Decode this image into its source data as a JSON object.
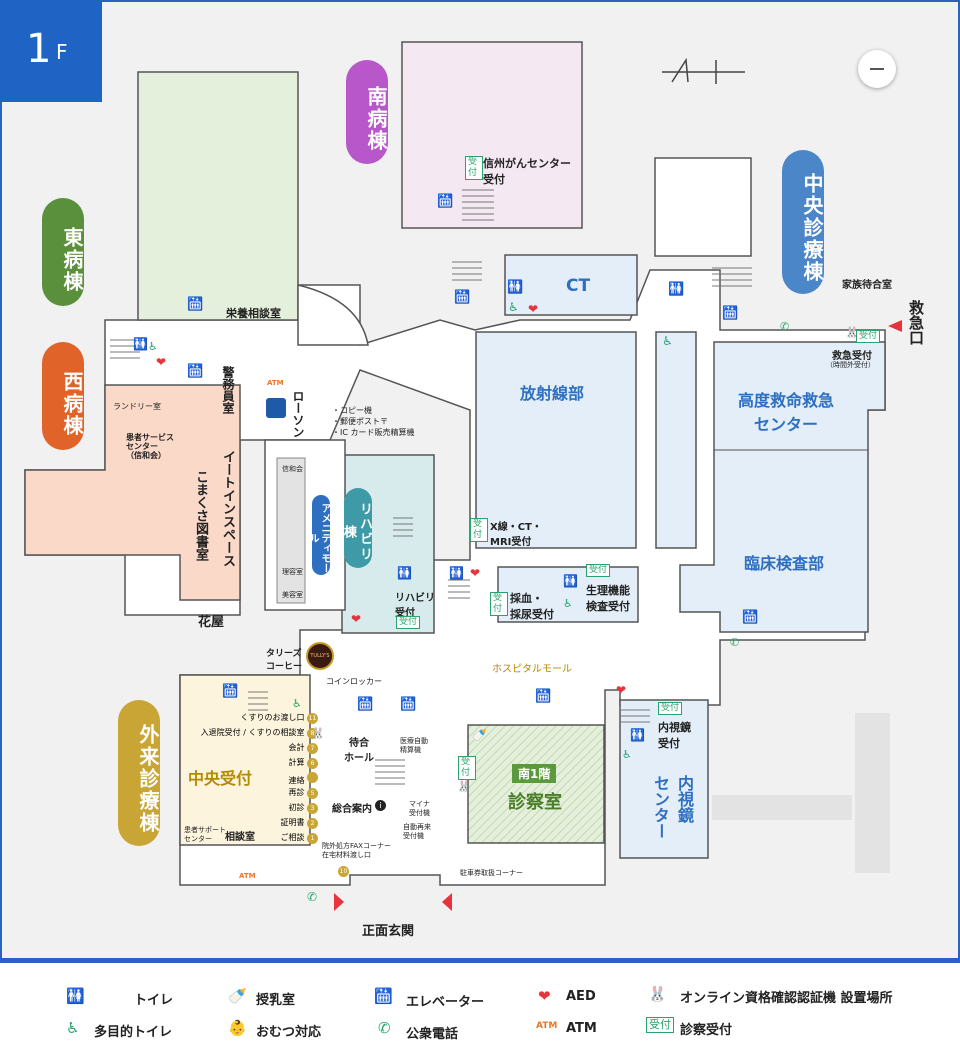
{
  "floor": {
    "number": "1",
    "suffix": "F"
  },
  "buildings": {
    "minami": "南病棟",
    "higashi": "東病棟",
    "nishi": "西病棟",
    "chuou": "中央診療棟",
    "gairai": "外来診療棟",
    "rehab": "リハビリ棟",
    "amenity": "アメニティモール"
  },
  "rooms": {
    "cancer_center": "信州がんセンター\n受付",
    "ct": "CT",
    "radiology": "放射線部",
    "xray_reception": "X線・CT・\nMRI受付",
    "emergency_center": "高度救命救急\nセンター",
    "family_waiting": "家族待合室",
    "emergency_entrance": "救急口",
    "emergency_reception": "救急受付",
    "emergency_hours": "（時間外受付）",
    "clinical_lab": "臨床検査部",
    "physio_exam": "生理機能\n検査受付",
    "blood_urine": "採血・\n採尿受付",
    "rehab_reception": "リハビリ\n受付",
    "hospital_mall": "ホスピタルモール",
    "nutrition": "栄養相談室",
    "police": "警務員室",
    "laundry": "ランドリー室",
    "patient_service": "患者サービス\nセンター\n（信和会）",
    "eat_in": "イートインスペース",
    "komakusa_library": "こまくさ図書室",
    "flower_shop": "花屋",
    "lawson": "ローソン",
    "atm_label": "ATM",
    "lawson_services": "・コピー機\n・郵便ポスト〒\n・IC カード販売精算機",
    "shinwakai": "信和会",
    "barber": "理容室",
    "beauty": "美容室",
    "tullys": "タリーズ\nコーヒー",
    "tullys_logo": "TULLY'S",
    "coin_locker": "コインロッカー",
    "central_reception": "中央受付",
    "waiting_hall": "待合\nホール",
    "general_info": "総合案内",
    "medical_payment": "医療自動\n精算機",
    "myna": "マイナ\n受付機",
    "auto_revisit": "自動再来\n受付機",
    "minami_1f_badge": "南1階",
    "consultation_room": "診察室",
    "endoscopy_reception": "内視鏡\n受付",
    "endoscopy_center": "内視鏡\nセンター",
    "patient_support": "患者サポート\nセンター",
    "consult_room": "相談室",
    "fax_corner": "院外処方FAXコーナー\n在宅材料渡し口",
    "parking_corner": "駐車券取扱コーナー",
    "main_entrance": "正面玄関",
    "uketsuke": "受付"
  },
  "counters": [
    {
      "no": "11",
      "label": "くすりのお渡し口"
    },
    {
      "no": "8",
      "label": "入退院受付 / くすりの相談室"
    },
    {
      "no": "7",
      "label": "会計"
    },
    {
      "no": "6",
      "label": "計算"
    },
    {
      "no": "",
      "label": "連絡"
    },
    {
      "no": "5",
      "label": "再診"
    },
    {
      "no": "3",
      "label": "初診"
    },
    {
      "no": "2",
      "label": "証明書"
    },
    {
      "no": "1",
      "label": "ご相談"
    }
  ],
  "counter_10": "10",
  "legend": [
    {
      "icon": "toilet-icon",
      "label": "トイレ"
    },
    {
      "icon": "accessible-toilet-icon",
      "label": "多目的トイレ"
    },
    {
      "icon": "nursing-room-icon",
      "label": "授乳室"
    },
    {
      "icon": "diaper-icon",
      "label": "おむつ対応"
    },
    {
      "icon": "elevator-icon",
      "label": "エレベーター"
    },
    {
      "icon": "phone-icon",
      "label": "公衆電話"
    },
    {
      "icon": "aed-icon",
      "label": "AED"
    },
    {
      "icon": "atm-icon",
      "label": "ATM"
    },
    {
      "icon": "online-id-icon",
      "label": "オンライン資格確認認証機 設置場所"
    },
    {
      "icon": "reception-badge-icon",
      "label": "診察受付"
    }
  ],
  "legend_badge": "受付",
  "legend_atm": "ATM",
  "colors": {
    "floor_badge": "#1f63c4",
    "minami": "#b757c9",
    "higashi": "#5a8f3c",
    "nishi": "#e0642a",
    "chuou": "#4a86c8",
    "gairai": "#c9a535",
    "rehab": "#3d9aa6",
    "room_blue": "#e3eef8",
    "room_green": "#e5f0dc",
    "room_pink": "#f4e8f3",
    "room_peach": "#fbd9c9",
    "room_cream": "#fdf4dd",
    "room_teal": "#d7ebec"
  }
}
